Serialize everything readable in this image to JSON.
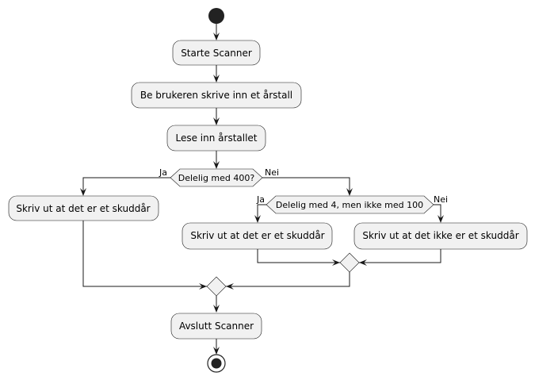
{
  "diagram": {
    "start_label": "",
    "activities": {
      "start_scanner": "Starte Scanner",
      "ask_year": "Be brukeren skrive inn et årstall",
      "read_year": "Lese inn årstallet",
      "leap_year_1": "Skriv ut at det er et skuddår",
      "leap_year_2": "Skriv ut at det er et skuddår",
      "not_leap_year": "Skriv ut at det ikke er et skuddår",
      "close_scanner": "Avslutt Scanner"
    },
    "decisions": {
      "div_400": "Delelig med 400?",
      "div_4_not_100": "Delelig med 4, men ikke med 100"
    },
    "branch_labels": {
      "div_400_yes": "Ja",
      "div_400_no": "Nei",
      "div_4_yes": "Ja",
      "div_4_no": "Nei"
    },
    "colors": {
      "node_fill": "#f1f1f1",
      "stroke": "#181818",
      "start_node": "#222222"
    }
  }
}
